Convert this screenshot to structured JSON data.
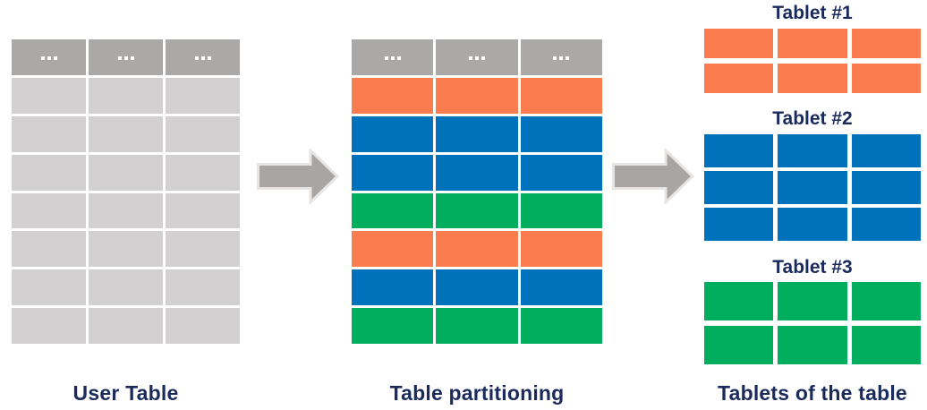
{
  "colors": {
    "navy_text": "#1b2a5c",
    "header_gray": "#aba8a8",
    "row_gray": "#d2d0d0",
    "orange": "#fb7d4f",
    "blue": "#0071bb",
    "green": "#00ae5e",
    "arrow_gray": "#a9a5a2",
    "arrow_outline": "#e7e5e3",
    "dot_white": "#ffffff"
  },
  "user_table": {
    "caption": "User Table",
    "columns": 3,
    "header_cells": [
      "...",
      "...",
      "..."
    ],
    "rows": [
      "gray",
      "gray",
      "gray",
      "gray",
      "gray",
      "gray",
      "gray"
    ]
  },
  "partitioned_table": {
    "caption": "Table partitioning",
    "columns": 3,
    "header_cells": [
      "...",
      "...",
      "..."
    ],
    "rows": [
      "orange",
      "blue",
      "blue",
      "green",
      "orange",
      "blue",
      "green"
    ]
  },
  "tablets": {
    "caption": "Tablets of the table",
    "items": [
      {
        "title": "Tablet #1",
        "color": "orange",
        "rows": 2,
        "columns": 3
      },
      {
        "title": "Tablet #2",
        "color": "blue",
        "rows": 3,
        "columns": 3
      },
      {
        "title": "Tablet #3",
        "color": "green",
        "rows": 2,
        "columns": 3
      }
    ]
  },
  "arrows": [
    "right-arrow",
    "right-arrow"
  ]
}
